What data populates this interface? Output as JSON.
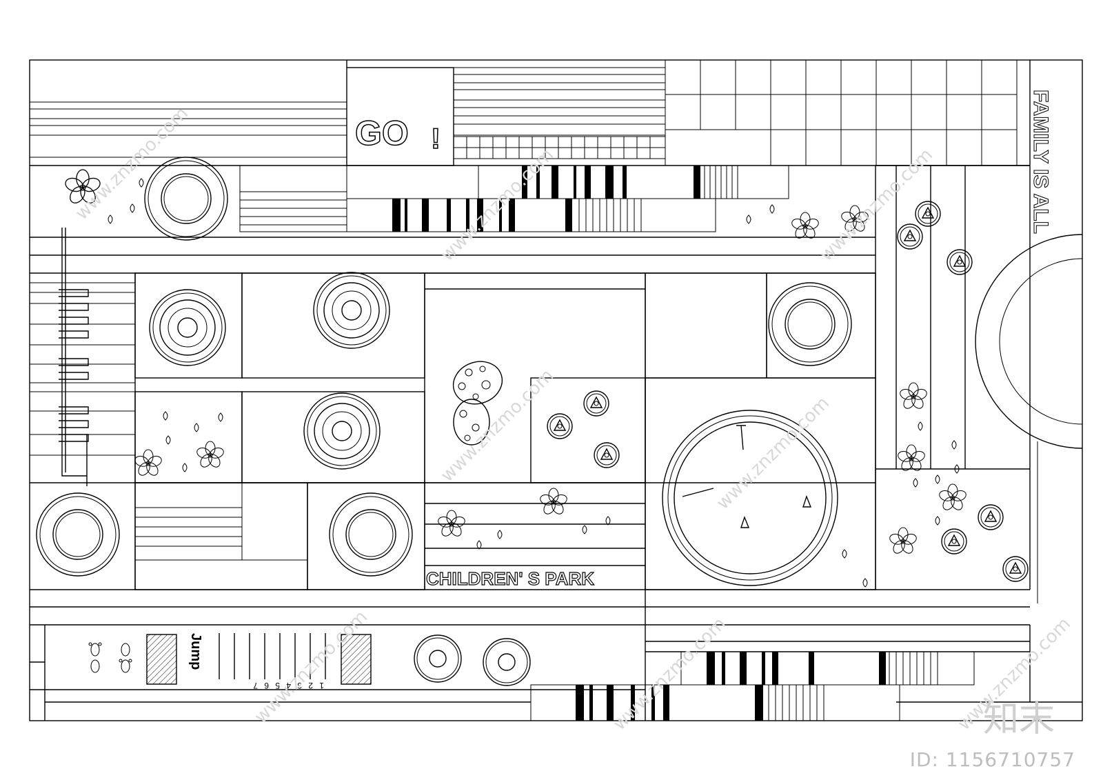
{
  "labels": {
    "go": "GO",
    "go_mark": "!",
    "family": "FAMILY IS ALL",
    "park": "CHILDREN' S PARK",
    "jump": "Jump",
    "hop_numbers": "1 2 3 4 5 6 7"
  },
  "watermark": {
    "site": "www.znzmo.com",
    "brand": "知末",
    "image_id": "ID: 1156710757"
  },
  "colors": {
    "line": "#000000",
    "background": "#ffffff",
    "watermark": "#d0d0d0"
  }
}
